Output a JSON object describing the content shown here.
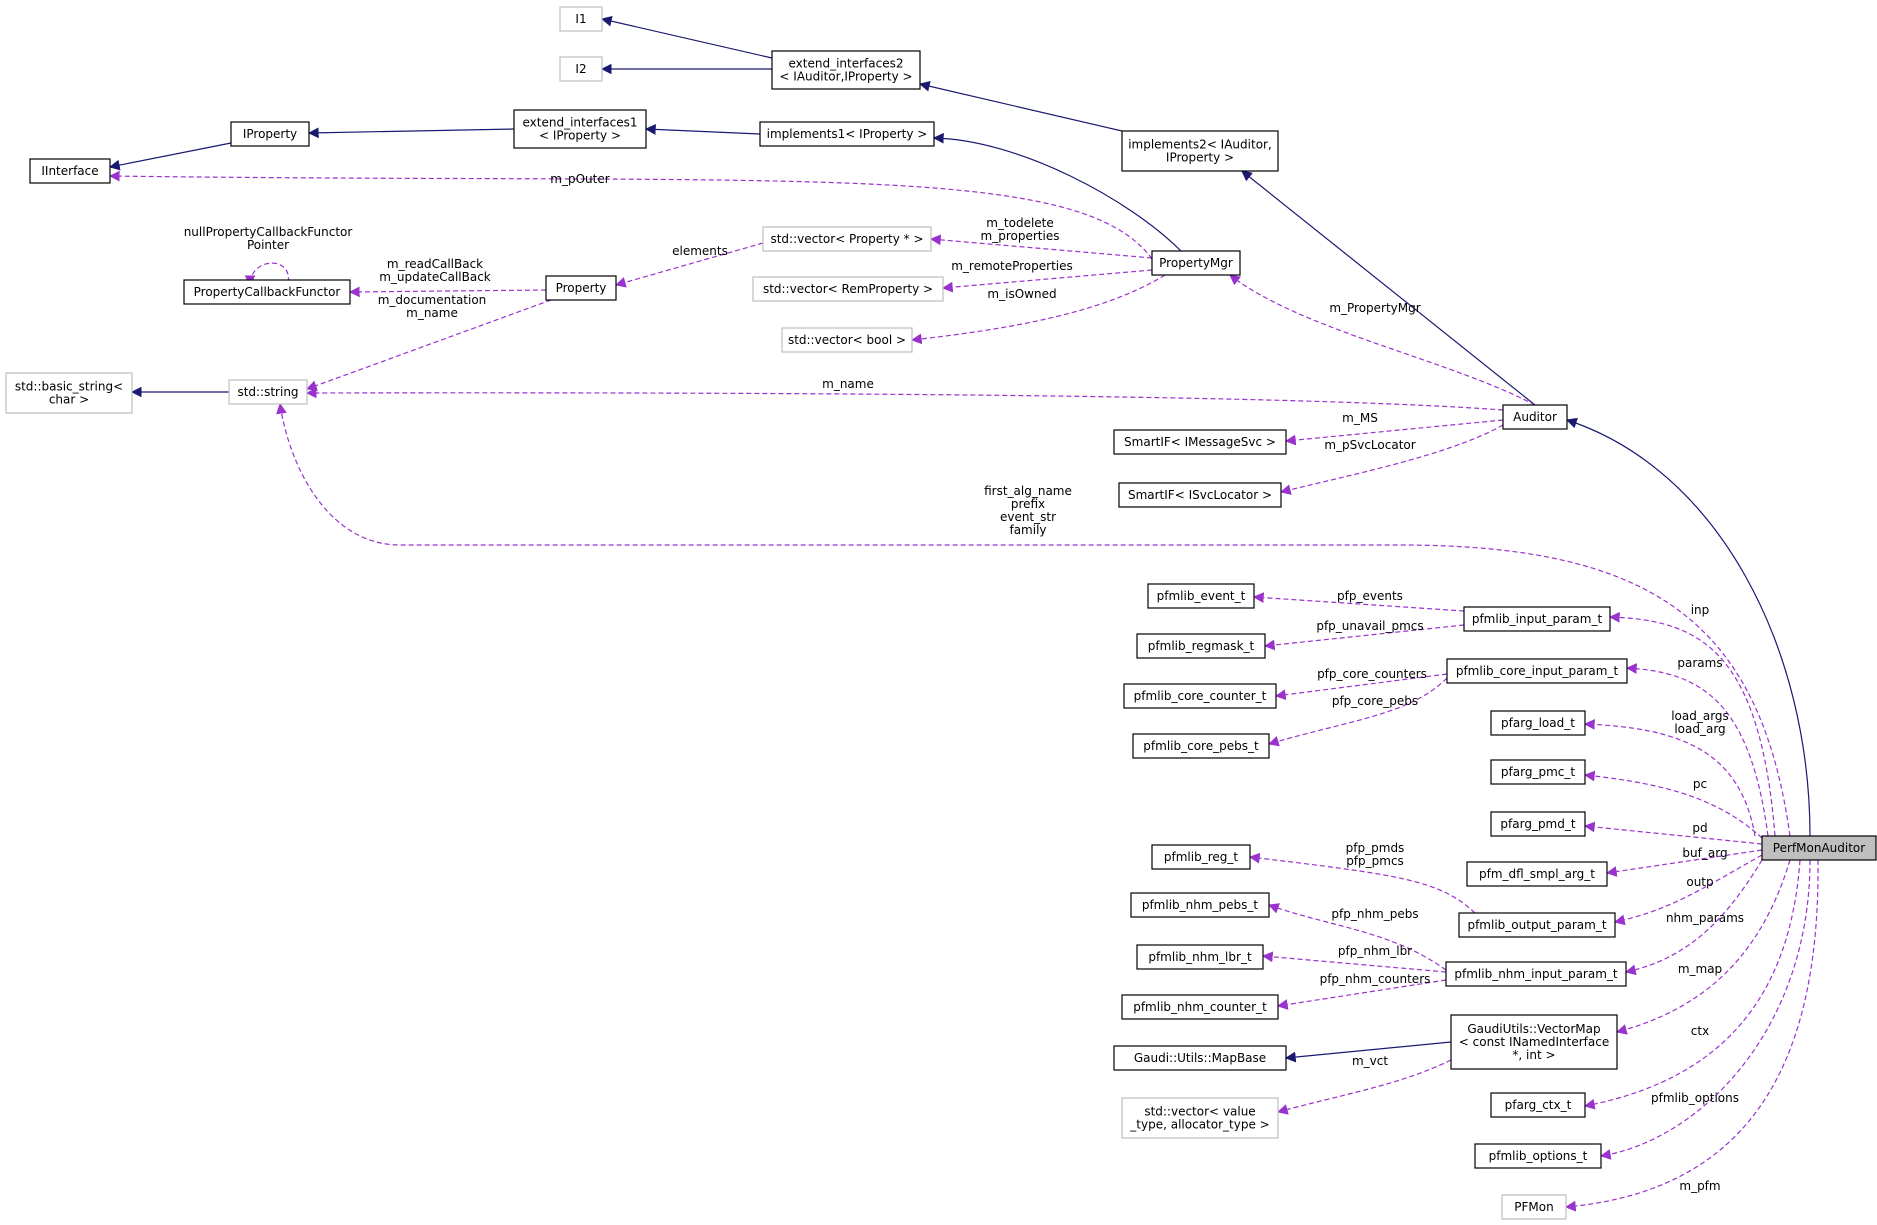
{
  "nodes": {
    "i1": [
      "I1"
    ],
    "i2": [
      "I2"
    ],
    "extend_interfaces2": [
      "extend_interfaces2",
      "< IAuditor,IProperty >"
    ],
    "implements2": [
      "implements2< IAuditor,",
      "IProperty >"
    ],
    "iproperty": [
      "IProperty"
    ],
    "extend_interfaces1": [
      "extend_interfaces1",
      "< IProperty >"
    ],
    "implements1": [
      "implements1< IProperty >"
    ],
    "iinterface": [
      "IInterface"
    ],
    "property_callback_functor": [
      "PropertyCallbackFunctor"
    ],
    "property": [
      "Property"
    ],
    "vector_property_ptr": [
      "std::vector< Property * >"
    ],
    "vector_remproperty": [
      "std::vector< RemProperty >"
    ],
    "vector_bool": [
      "std::vector< bool >"
    ],
    "property_mgr": [
      "PropertyMgr"
    ],
    "basic_string": [
      "std::basic_string<",
      "char >"
    ],
    "std_string": [
      "std::string"
    ],
    "auditor": [
      "Auditor"
    ],
    "smartif_messagesvc": [
      "SmartIF< IMessageSvc >"
    ],
    "smartif_svclocator": [
      "SmartIF< ISvcLocator >"
    ],
    "pfmlib_event_t": [
      "pfmlib_event_t"
    ],
    "pfmlib_regmask_t": [
      "pfmlib_regmask_t"
    ],
    "pfmlib_input_param_t": [
      "pfmlib_input_param_t"
    ],
    "pfmlib_core_counter_t": [
      "pfmlib_core_counter_t"
    ],
    "pfmlib_core_pebs_t": [
      "pfmlib_core_pebs_t"
    ],
    "pfmlib_core_input_param_t": [
      "pfmlib_core_input_param_t"
    ],
    "pfarg_load_t": [
      "pfarg_load_t"
    ],
    "pfarg_pmc_t": [
      "pfarg_pmc_t"
    ],
    "pfarg_pmd_t": [
      "pfarg_pmd_t"
    ],
    "perf_mon_auditor": [
      "PerfMonAuditor"
    ],
    "pfm_dfl_smpl_arg_t": [
      "pfm_dfl_smpl_arg_t"
    ],
    "pfmlib_reg_t": [
      "pfmlib_reg_t"
    ],
    "pfmlib_output_param_t": [
      "pfmlib_output_param_t"
    ],
    "pfmlib_nhm_pebs_t": [
      "pfmlib_nhm_pebs_t"
    ],
    "pfmlib_nhm_lbr_t": [
      "pfmlib_nhm_lbr_t"
    ],
    "pfmlib_nhm_input_param_t": [
      "pfmlib_nhm_input_param_t"
    ],
    "pfmlib_nhm_counter_t": [
      "pfmlib_nhm_counter_t"
    ],
    "gaudi_utils_mapbase": [
      "Gaudi::Utils::MapBase"
    ],
    "vector_map": [
      "GaudiUtils::VectorMap",
      "< const INamedInterface",
      "*, int >"
    ],
    "vector_value_type": [
      "std::vector< value",
      "_type, allocator_type >"
    ],
    "pfarg_ctx_t": [
      "pfarg_ctx_t"
    ],
    "pfmlib_options_t": [
      "pfmlib_options_t"
    ],
    "pfmon": [
      "PFMon"
    ]
  },
  "edge_labels": {
    "m_pOuter": [
      "m_pOuter"
    ],
    "null_functor": [
      "nullPropertyCallbackFunctor",
      "Pointer"
    ],
    "callbacks": [
      "m_readCallBack",
      "m_updateCallBack"
    ],
    "elements": [
      "elements"
    ],
    "todelete": [
      "m_todelete",
      "m_properties"
    ],
    "remote": [
      "m_remoteProperties"
    ],
    "owned": [
      "m_isOwned"
    ],
    "doc_name": [
      "m_documentation",
      "m_name"
    ],
    "property_mgr_ref": [
      "m_PropertyMgr"
    ],
    "m_name": [
      "m_name"
    ],
    "m_ms": [
      "m_MS"
    ],
    "svc_locator": [
      "m_pSvcLocator"
    ],
    "string_members": [
      "first_alg_name",
      "prefix",
      "event_str",
      "family"
    ],
    "pfp_events": [
      "pfp_events"
    ],
    "pfp_unavail": [
      "pfp_unavail_pmcs"
    ],
    "inp": [
      "inp"
    ],
    "core_counters": [
      "pfp_core_counters"
    ],
    "core_pebs": [
      "pfp_core_pebs"
    ],
    "params": [
      "params"
    ],
    "load_args": [
      "load_args",
      "load_arg"
    ],
    "pc": [
      "pc"
    ],
    "pd": [
      "pd"
    ],
    "buf_arg": [
      "buf_arg"
    ],
    "pmds": [
      "pfp_pmds",
      "pfp_pmcs"
    ],
    "outp": [
      "outp"
    ],
    "nhm_pebs": [
      "pfp_nhm_pebs"
    ],
    "nhm_params": [
      "nhm_params"
    ],
    "nhm_lbr": [
      "pfp_nhm_lbr"
    ],
    "nhm_counters": [
      "pfp_nhm_counters"
    ],
    "m_map": [
      "m_map"
    ],
    "m_vct": [
      "m_vct"
    ],
    "ctx": [
      "ctx"
    ],
    "pfmlib_options": [
      "pfmlib_options"
    ],
    "m_pfm": [
      "m_pfm"
    ]
  },
  "colors": {
    "inheritance_edge": "#191970",
    "usage_edge": "#9a32cd",
    "focus_fill": "#bfbfbf",
    "grey_border": "#bfbfbf"
  }
}
